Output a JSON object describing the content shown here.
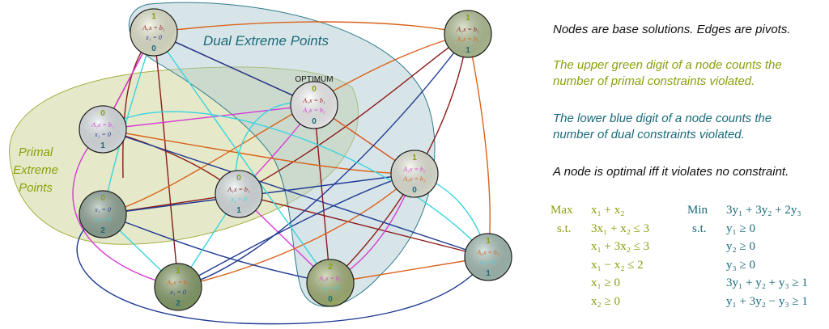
{
  "graph": {
    "region_labels": {
      "dual": "Dual Extreme Points",
      "primal": [
        "Primal",
        "Extreme",
        "Points"
      ],
      "optimum": "OPTIMUM"
    },
    "nodes": [
      {
        "id": "n1",
        "top": "1",
        "line1": "A₁x = b₁",
        "line2": "x₁ = 0",
        "bottom": "0",
        "c1": "#8b1a1a",
        "c2": "#1f3a93",
        "fill": "#eef0d6"
      },
      {
        "id": "n2",
        "top": "1",
        "line1": "A₁x = b₁",
        "line2": "A₃x = b₃",
        "bottom": "1",
        "c1": "#8b1a1a",
        "c2": "#d9621c",
        "fill": "#b8c899"
      },
      {
        "id": "n3",
        "top": "0",
        "line1": "A₁x = b₁",
        "line2": "A₂x = b₂",
        "bottom": "0",
        "c1": "#8b1a1a",
        "c2": "#d63ad6",
        "fill": "#ffffff"
      },
      {
        "id": "n4",
        "top": "0",
        "line1": "A₂x = b₂",
        "line2": "x₁ = 0",
        "bottom": "1",
        "c1": "#d63ad6",
        "c2": "#1f3a93",
        "fill": "#e8eef2"
      },
      {
        "id": "n5",
        "top": "1",
        "line1": "A₂x = b₂",
        "line2": "A₃x = b₃",
        "bottom": "0",
        "c1": "#d63ad6",
        "c2": "#d9621c",
        "fill": "#eef1e2"
      },
      {
        "id": "n6",
        "top": "0",
        "line1": "A₁x = b₁",
        "line2": "x₂ = 0",
        "bottom": "1",
        "c1": "#8b1a1a",
        "c2": "#39d4e0",
        "fill": "#e4ecee"
      },
      {
        "id": "n7",
        "top": "0",
        "line1": "x₁ = 0",
        "line2": "x₂ = 0",
        "bottom": "2",
        "c1": "#1f3a93",
        "c2": "#39d4e0",
        "fill": "#93aa9a"
      },
      {
        "id": "n8",
        "top": "1",
        "line1": "A₃x = b₃",
        "line2": "x₂ = 0",
        "bottom": "1",
        "c1": "#d9621c",
        "c2": "#39d4e0",
        "fill": "#a9c4bb"
      },
      {
        "id": "n9",
        "top": "1",
        "line1": "A₃x = b₃",
        "line2": "x₁ = 0",
        "bottom": "2",
        "c1": "#d9621c",
        "c2": "#1f3a93",
        "fill": "#8aa36b"
      },
      {
        "id": "n10",
        "top": "2",
        "line1": "A₂x = b₂",
        "line2": "x₂ = 0",
        "bottom": "0",
        "c1": "#d63ad6",
        "c2": "#39d4e0",
        "fill": "#a7b878"
      }
    ],
    "edge_colors": {
      "A1": "#8b1a1a",
      "A2": "#d63ad6",
      "A3": "#d9621c",
      "x1": "#1f3a93",
      "x2": "#39d4e0"
    },
    "digit_colors": {
      "top": "#8c9e0c",
      "bottom": "#1a6a7a"
    }
  },
  "notes": [
    {
      "text": "Nodes are base solutions. Edges are pivots.",
      "color": "#111111"
    },
    {
      "line1": "The upper green digit of a node counts the",
      "line2": "number of primal constraints violated.",
      "color": "#8c9e0c"
    },
    {
      "line1": "The lower blue digit of a node counts the",
      "line2": "number of dual constraints violated.",
      "color": "#1a6a7a"
    },
    {
      "text": "A node is optimal iff it violates no constraint.",
      "color": "#111111"
    }
  ],
  "primal": {
    "label_max": "Max",
    "label_st": "s.t.",
    "objective": "x₁ + x₂",
    "constraints": [
      "3x₁ + x₂ ≤ 3",
      "x₁ + 3x₂ ≤ 3",
      "x₁ − x₂ ≤ 2",
      "x₁ ≥ 0",
      "x₂ ≥ 0"
    ]
  },
  "dual": {
    "label_min": "Min",
    "label_st": "s.t.",
    "objective": "3y₁ + 3y₂ + 2y₃",
    "constraints": [
      "y₁ ≥ 0",
      "y₂ ≥ 0",
      "y₃ ≥ 0",
      "3y₁ + y₂ + y₃ ≥ 1",
      "y₁ + 3y₂ − y₃ ≥ 1"
    ]
  }
}
